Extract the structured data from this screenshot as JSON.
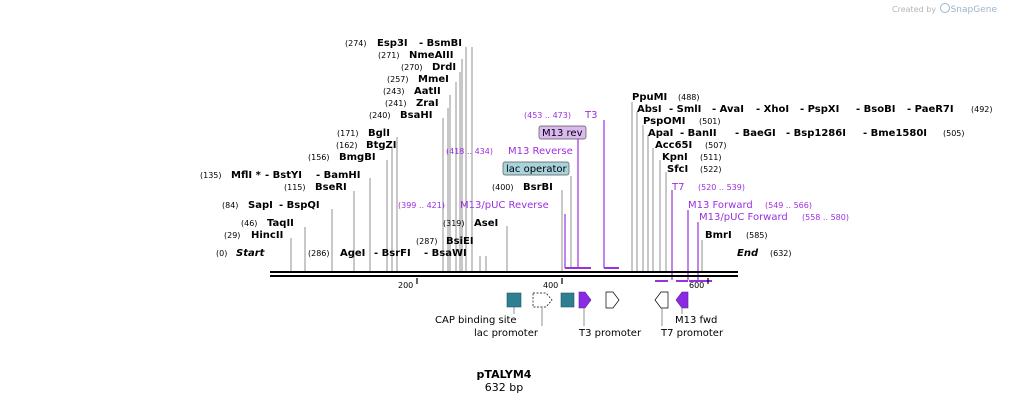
{
  "credit": {
    "prefix": "Created by",
    "brand": "SnapGene"
  },
  "plasmid": {
    "name": "pTALYM4",
    "length": "632 bp"
  },
  "ruler": {
    "ticks": [
      "200",
      "400",
      "600"
    ]
  },
  "enzymes": [
    {
      "pos": "(274)",
      "name": "Esp3I",
      "alt": "- BsmBI"
    },
    {
      "pos": "(271)",
      "name": "NmeAIII"
    },
    {
      "pos": "(270)",
      "name": "DrdI"
    },
    {
      "pos": "(257)",
      "name": "MmeI"
    },
    {
      "pos": "(243)",
      "name": "AatII"
    },
    {
      "pos": "(241)",
      "name": "ZraI"
    },
    {
      "pos": "(240)",
      "name": "BsaHI"
    },
    {
      "pos": "(171)",
      "name": "BglI"
    },
    {
      "pos": "(162)",
      "name": "BtgZI"
    },
    {
      "pos": "(156)",
      "name": "BmgBI"
    },
    {
      "pos": "(135)",
      "name": "MflI *",
      "alt": "- BstYI",
      "alt2": "- BamHI"
    },
    {
      "pos": "(115)",
      "name": "BseRI"
    },
    {
      "pos": "(84)",
      "name": "SapI",
      "alt": "- BspQI"
    },
    {
      "pos": "(46)",
      "name": "TaqII"
    },
    {
      "pos": "(29)",
      "name": "HincII"
    },
    {
      "pos": "(0)",
      "name": "Start"
    },
    {
      "pos": "(286)",
      "name": "AgeI",
      "alt": "- BsrFI",
      "alt2": "- BsaWI"
    },
    {
      "pos": "(287)",
      "name": "BsiEI"
    },
    {
      "pos": "(319)",
      "name": "AseI"
    },
    {
      "pos": "(400)",
      "name": "BsrBI"
    },
    {
      "pos": "(488)",
      "name": "PpuMI"
    },
    {
      "pos": "(492)",
      "name": "AbsI",
      "alt": "- SmlI",
      "alt2": "- AvaI",
      "alt3": "- XhoI",
      "alt4": "- PspXI",
      "alt5": "- BsoBI",
      "alt6": "- PaeR7I"
    },
    {
      "pos": "(501)",
      "name": "PspOMI"
    },
    {
      "pos": "(505)",
      "name": "ApaI",
      "alt": "- BanII",
      "alt2": "- BaeGI",
      "alt3": "- Bsp1286I",
      "alt4": "- Bme1580I"
    },
    {
      "pos": "(507)",
      "name": "Acc65I"
    },
    {
      "pos": "(511)",
      "name": "KpnI"
    },
    {
      "pos": "(522)",
      "name": "SfcI"
    },
    {
      "pos": "(585)",
      "name": "BmrI"
    },
    {
      "pos": "(632)",
      "name": "End"
    }
  ],
  "primers": [
    {
      "name": "T3",
      "range": "(453 .. 473)"
    },
    {
      "name": "M13 rev"
    },
    {
      "name": "M13 Reverse",
      "range": "(418 .. 434)"
    },
    {
      "name": "M13/pUC Reverse",
      "range": "(399 .. 421)"
    },
    {
      "name": "T7",
      "range": "(520 .. 539)"
    },
    {
      "name": "M13 Forward",
      "range": "(549 .. 566)"
    },
    {
      "name": "M13/pUC Forward",
      "range": "(558 .. 580)"
    }
  ],
  "features": [
    {
      "name": "lac operator"
    },
    {
      "name": "CAP binding site"
    },
    {
      "name": "lac promoter"
    },
    {
      "name": "T3 promoter"
    },
    {
      "name": "T7 promoter"
    },
    {
      "name": "M13 fwd"
    }
  ],
  "colors": {
    "primer": "#9b30e0",
    "feature_teal": "#2f7f93",
    "feature_purple": "#8a2be2",
    "label_purple_bg": "#dcb8f0",
    "label_teal_bg": "#a9d3dc",
    "leader": "#777777"
  }
}
